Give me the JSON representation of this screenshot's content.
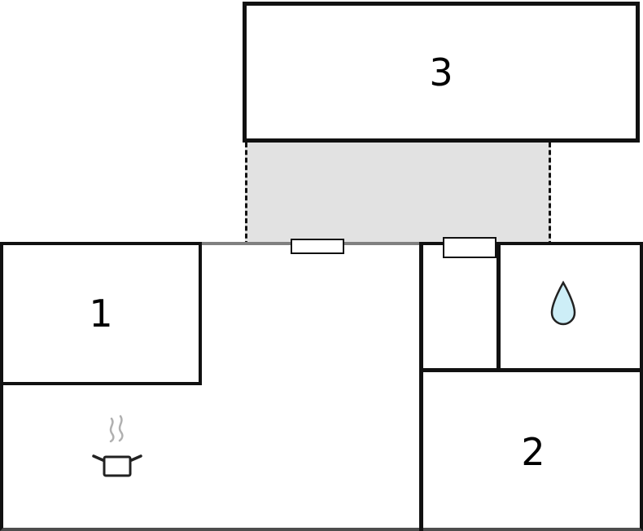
{
  "rooms": {
    "room1": {
      "label": "1"
    },
    "room2": {
      "label": "2"
    },
    "room3": {
      "label": "3"
    }
  },
  "icons": {
    "kitchen": "steam-pot-icon",
    "water": "water-drop-icon"
  },
  "colors": {
    "wall": "#111111",
    "wall_light": "#808080",
    "wall_bottom": "#4d4d4d",
    "terrace_fill": "#e2e2e2",
    "window_fill": "#ffffff",
    "drop_fill": "#cdeef7",
    "drop_stroke": "#222222",
    "steam": "#b0b0b0"
  }
}
